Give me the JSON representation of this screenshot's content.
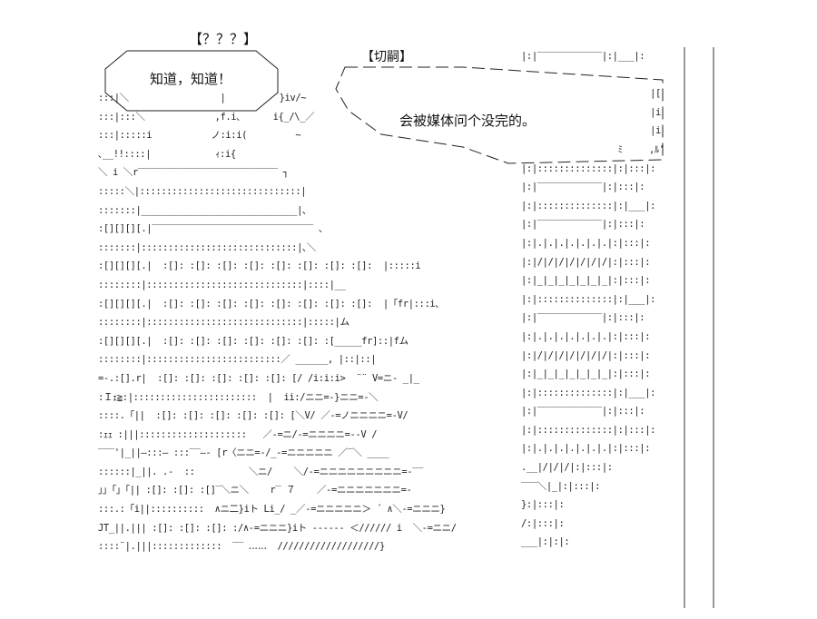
{
  "speaker_label": "【？？？】",
  "name_label": "【切嗣】",
  "speech_left": "知道，知道！",
  "speech_right": "会被媒体问个没完的。",
  "art_lines": [
    ":::|＼                 |          }iv/~",
    ":::|:::＼             ,f.i､      i{_/\\_／",
    ":::|:::::i           ノ:i:i(         ~",
    "､__!!::::|            ｨ:i{",
    "＼ i ＼r‾‾‾‾‾‾‾‾‾‾‾‾‾‾‾‾‾‾‾‾‾‾‾‾‾‾ ┐",
    ":::::＼|::::::::::::::::::::::::::::::|",
    ":::::::|_____________________________|､",
    ":[][][][.|‾‾‾‾‾‾‾‾‾‾‾‾‾‾‾‾‾‾‾‾‾‾‾‾‾‾‾‾‾‾ 、",
    ":::::::|:::::::::::::::::::::::::::::|､＼",
    ":[][][][.|  :[]: :[]: :[]: :[]: :[]: :[]: :[]: :[]:  |:::::i",
    "::::::::|:::::::::::::::::::::::::::::|::::|__",
    ":[][][][.|  :[]: :[]: :[]: :[]: :[]: :[]: :[]: :[]:  |「fr|:::i､",
    "::::::::|:::::::::::::::::::::::::::::|:::::|ム",
    ":[][][][.|  :[]: :[]: :[]: :[]: :[]: :[]: :[_____fr]::|fム",
    "::::::::|:::::::::::::::::::::::::／ ______, |::|::|",
    "=-.:[].r|  :[]: :[]: :[]: :[]: :[]: [/ /i:i:i>  ¨¨ V=ニ- _|_",
    ":Ｉｪ≧:|:::::::::::::::::::::::  |  ii:/ニニ=-}ニニ=-＼",
    "::::.「||  :[]: :[]: :[]: :[]: :[]: [＼V/ ／-=ノニニニニ=-V/",
    ":ｪｪ :|||::::::::::::::::::::   ／-=ニ/-=ニニニニ=--V /",
    "‾‾‾'|_||—:::— :::‾‾—- [r〈ニニ=-/_-=ニニニニニ ／‾＼ ____",
    "::::::|_||. .-  ::          ＼ニ/    ＼/-=ニニニニニニニニニ=-‾‾",
    "」」「」「|| :[]: :[]: :[]‾＼ニ＼    r‾ ７    ／-=ニニニニニニニ=-",
    ":::.:「i||::::::::::  ∧ニ二}iト Li_/ _／-=ニニニニニ＞ ´ ∧＼-=ニニニ}",
    "JT_||.||| :[]: :[]: :[]: :/∧-=ニニニ}iト ------ ＜////// i  ＼-=ニニ/",
    "::::¨|.|||:::::::::::::  ‾‾ ‥‥‥  ///////////////////}"
  ],
  "tower_lines": [
    "|:|‾‾‾‾‾‾‾‾‾‾‾‾|:|___|:",
    "",
    "                        |[",
    "                        |i",
    "                        |i",
    "                  ﾐ     ,ﾙ'",
    "|:|::::::::::::::|:|:::|:",
    "|:|‾‾‾‾‾‾‾‾‾‾‾‾|:|:::|:",
    "|:|::::::::::::::|:|___|:",
    "|:|‾‾‾‾‾‾‾‾‾‾‾‾|:|:::|:",
    "|:|.|.|.|.|.|.|.|:|:::|:",
    "|:|/|/|/|/|/|/|/|:|:::|:",
    "|:|_|_|_|_|_|_|_|:|:::|:",
    "|:|::::::::::::::|:|___|:",
    "|:|‾‾‾‾‾‾‾‾‾‾‾‾|:|:::|:",
    "|:|.|.|.|.|.|.|.|:|:::|:",
    "|:|/|/|/|/|/|/|/|:|:::|:",
    "|:|_|_|_|_|_|_|_|:|:::|:",
    "|:|::::::::::::::|:|___|:",
    "|:|‾‾‾‾‾‾‾‾‾‾‾‾|:|:::|:",
    "|:|::::::::::::::|:|:::|:",
    "|:|.|.|.|.|.|.|.|:|:::|:",
    ".__|/|/|/|:|:::|:",
    "‾‾‾＼|_|:|:::|:",
    "}:|:::|:",
    "/:|:::|:",
    "___|:|:|:"
  ]
}
